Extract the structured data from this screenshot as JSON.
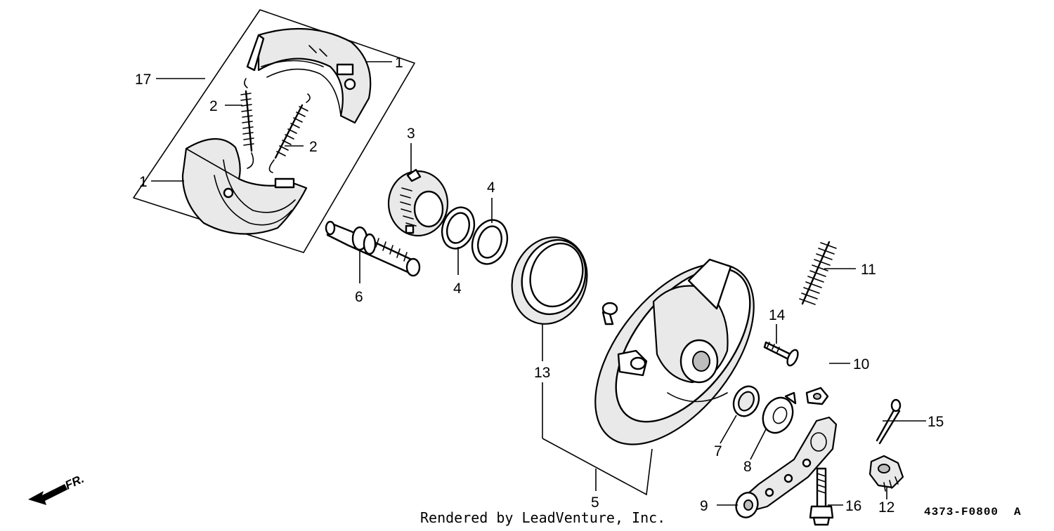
{
  "credit": "Rendered by LeadVenture, Inc.",
  "diagram_code": "4373-F0800",
  "diagram_code_suffix": "A",
  "front_indicator": "FR.",
  "callouts": {
    "c1a": "1",
    "c1b": "1",
    "c2a": "2",
    "c2b": "2",
    "c3": "3",
    "c4a": "4",
    "c4b": "4",
    "c5": "5",
    "c6": "6",
    "c7": "7",
    "c8": "8",
    "c9": "9",
    "c10": "10",
    "c11": "11",
    "c12": "12",
    "c13": "13",
    "c14": "14",
    "c15": "15",
    "c16": "16",
    "c17": "17"
  },
  "icons": {
    "front_arrow": "front-direction-arrow-icon"
  }
}
